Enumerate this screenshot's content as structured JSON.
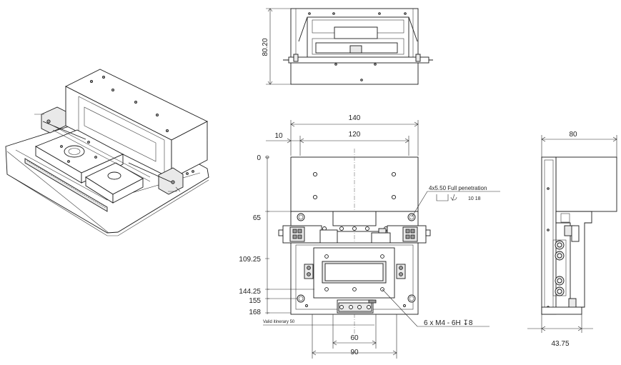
{
  "dimensions": {
    "top_height": "80.20",
    "width_140": "140",
    "width_120": "120",
    "offset_10": "10",
    "y_0": "0",
    "y_65": "65",
    "y_109": "109.25",
    "y_144": "144.25",
    "y_155": "155",
    "y_168": "168",
    "bottom_60": "60",
    "bottom_90": "90",
    "side_80": "80",
    "side_4375": "43.75"
  },
  "notes": {
    "hole_note": "4x5.50 Full penetration",
    "hole_callout": "10 18",
    "thread_note": "6 x  M4 - 6H  ↧8",
    "travel_note": "Valid itinerary 50"
  }
}
